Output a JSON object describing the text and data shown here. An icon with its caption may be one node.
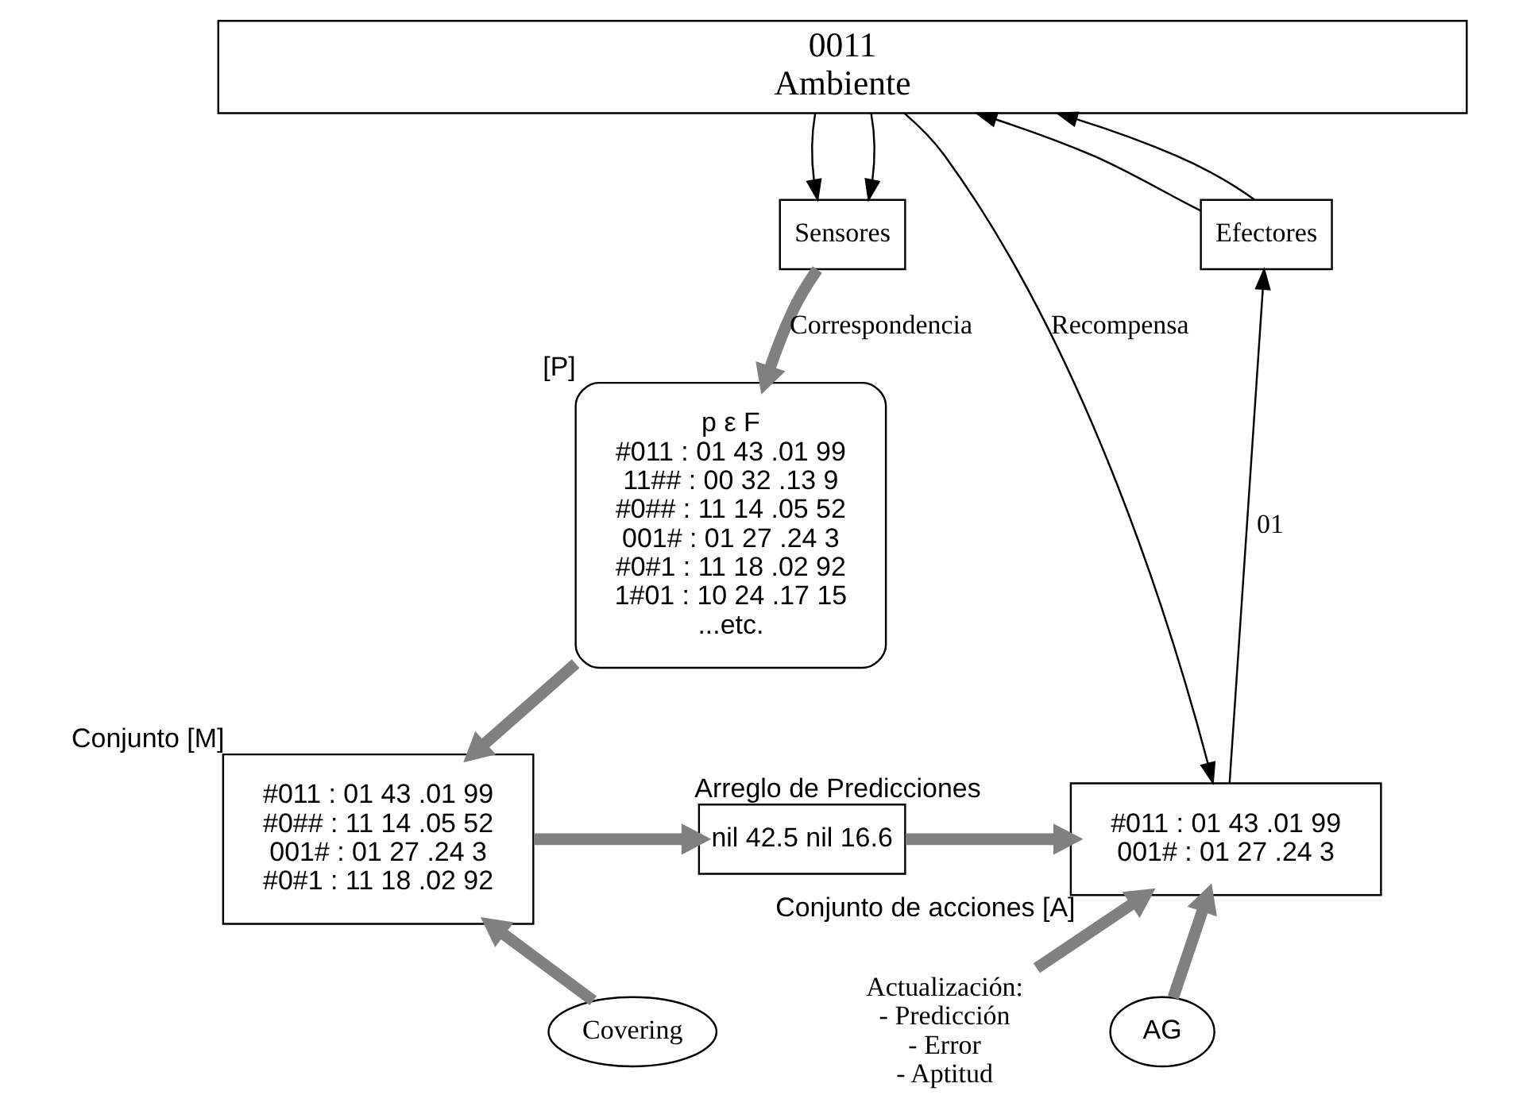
{
  "diagram": {
    "nodes": [
      {
        "text": [
          "0011",
          "Ambiente"
        ]
      },
      {
        "text": [
          "Sensores"
        ]
      },
      {
        "text": [
          "Efectores"
        ]
      },
      {
        "text": [
          "p ε F",
          "#011 : 01 43 .01 99",
          "11## : 00 32 .13 9",
          "#0## : 11 14 .05 52",
          "001# : 01 27 .24 3",
          "#0#1 : 11 18 .02 92",
          "1#01 : 10 24 .17 15",
          "...etc."
        ],
        "beside": [
          "[P]"
        ]
      },
      {
        "text": [
          "#011 : 01 43 .01 99",
          "#0## : 11 14 .05 52",
          "001# : 01 27 .24 3",
          "#0#1 : 11 18 .02 92"
        ],
        "beside": [
          "Conjunto [M]"
        ]
      },
      {
        "text": [
          "nil 42.5 nil 16.6"
        ],
        "beside": [
          "Arreglo de Predicciones"
        ]
      },
      {
        "text": [
          "#011 : 01 43 .01 99",
          "001# : 01 27 .24 3"
        ],
        "beside": [
          "Conjunto de acciones [A]"
        ]
      },
      {
        "text": [
          "Covering"
        ]
      },
      {
        "text": [
          "Actualización:",
          "- Predicción",
          "- Error",
          "- Aptitud"
        ]
      },
      {
        "text": [
          "AG"
        ]
      }
    ],
    "edges": [
      {
        "from": 0,
        "to": 1,
        "arrow": "to",
        "color": "#000000"
      },
      {
        "from": 0,
        "to": 1,
        "arrow": "to",
        "color": "#000000"
      },
      {
        "from": 1,
        "to": 3,
        "arrow": "to",
        "label": "Correspondencia"
      },
      {
        "from": 3,
        "to": 4,
        "arrow": "to"
      },
      {
        "from": 4,
        "to": 5,
        "arrow": "to"
      },
      {
        "from": 5,
        "to": 6,
        "arrow": "to"
      },
      {
        "from": 7,
        "to": 4,
        "arrow": "to"
      },
      {
        "from": 8,
        "to": 6,
        "arrow": "to"
      },
      {
        "from": 9,
        "to": 6,
        "arrow": "to"
      },
      {
        "from": 6,
        "to": 2,
        "arrow": "to",
        "label": "01",
        "color": "#000000"
      },
      {
        "from": 2,
        "to": 0,
        "arrow": "to",
        "color": "#000000"
      },
      {
        "from": 2,
        "to": 0,
        "arrow": "to",
        "color": "#000000"
      },
      {
        "from": 0,
        "to": 6,
        "arrow": "to",
        "label": "Recompensa",
        "color": "#000000"
      }
    ]
  }
}
